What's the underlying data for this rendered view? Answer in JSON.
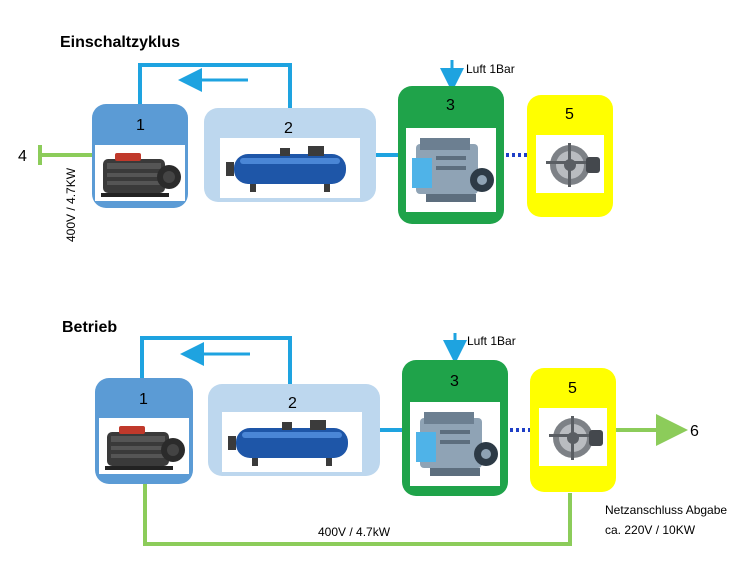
{
  "sections": {
    "startup": {
      "title": "Einschaltzyklus",
      "air_label": "Luft 1Bar",
      "power_label": "400V / 4.7KW",
      "input_number": "4"
    },
    "operation": {
      "title": "Betrieb",
      "air_label": "Luft 1Bar",
      "power_label": "400V / 4.7kW",
      "output_number": "6",
      "grid_label_line1": "Netzanschluss Abgabe",
      "grid_label_line2": "ca. 220V / 10KW"
    }
  },
  "components": {
    "pump": {
      "number": "1",
      "icon": "vacuum-pump-icon"
    },
    "tank": {
      "number": "2",
      "icon": "pressure-tank-icon"
    },
    "engine": {
      "number": "3",
      "icon": "engine-icon"
    },
    "generator": {
      "number": "5",
      "icon": "alternator-icon"
    }
  },
  "colors": {
    "pump_box": "#5b9bd5",
    "tank_box": "#bdd7ee",
    "engine_box": "#1fa34a",
    "generator_box": "#ffff00",
    "air_line": "#1ea3e0",
    "power_line": "#8ccc5a",
    "coupling": "#1f3fc6"
  }
}
